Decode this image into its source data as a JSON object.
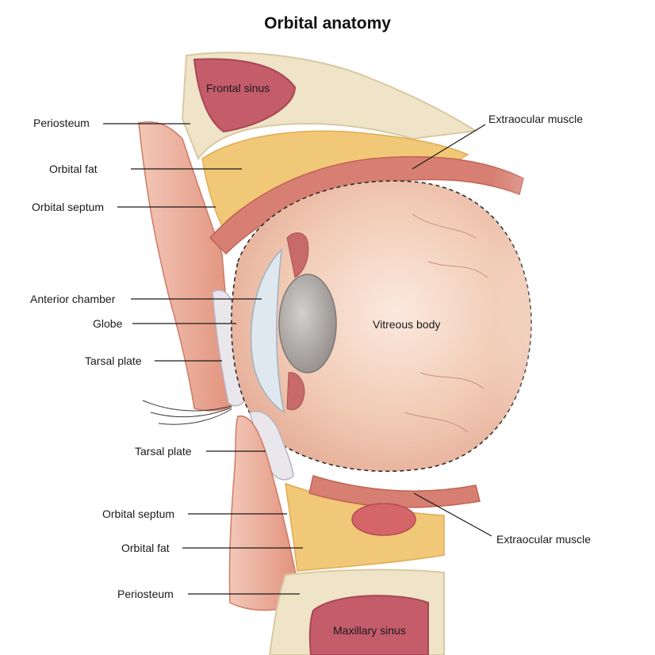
{
  "title": "Orbital anatomy",
  "labels": {
    "frontal_sinus": "Frontal sinus",
    "periosteum_upper": "Periosteum",
    "orbital_fat_upper": "Orbital fat",
    "orbital_septum_upper": "Orbital septum",
    "anterior_chamber": "Anterior chamber",
    "globe": "Globe",
    "tarsal_plate_upper": "Tarsal plate",
    "tarsal_plate_lower": "Tarsal plate",
    "orbital_septum_lower": "Orbital septum",
    "orbital_fat_lower": "Orbital fat",
    "periosteum_lower": "Periosteum",
    "maxillary_sinus": "Maxillary sinus",
    "extraocular_muscle_upper": "Extraocular muscle",
    "extraocular_muscle_lower": "Extraocular muscle",
    "vitreous_body": "Vitreous body"
  },
  "colors": {
    "skin": "#e9a48f",
    "fat": "#f1c877",
    "bone": "#efe6cf",
    "sinus": "#c45c6a",
    "muscle": "#d77f72",
    "globe_interior": "#e9b7a0",
    "lens": "#a8a4a2",
    "cornea": "#dfe8ef"
  }
}
